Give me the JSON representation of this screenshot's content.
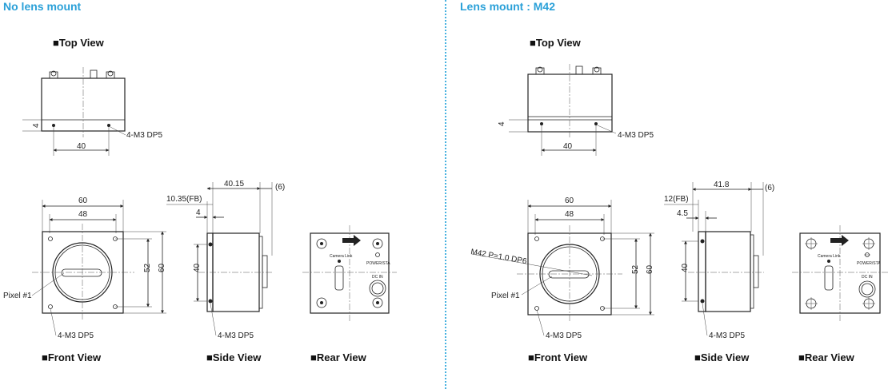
{
  "left": {
    "heading": "No lens mount",
    "top_view": {
      "label": "■Top View",
      "width_dim": "40",
      "height_dim": "4",
      "holes": "4-M3 DP5"
    },
    "front_view": {
      "label": "■Front View",
      "outer": "60",
      "inner": "48",
      "v_inner": "52",
      "v_outer": "60",
      "pixel": "Pixel #1",
      "holes": "4-M3 DP5"
    },
    "side_view": {
      "label": "■Side View",
      "depth": "40.15",
      "extra": "(6)",
      "flange": "10.35(FB)",
      "offset": "4",
      "height": "40",
      "holes": "4-M3 DP5"
    },
    "rear_view": {
      "label": "■Rear View",
      "camera_link": "Camera Link",
      "power": "POWER/STA",
      "dc_in": "DC IN"
    }
  },
  "right": {
    "heading": "Lens mount : M42",
    "top_view": {
      "label": "■Top View",
      "width_dim": "40",
      "height_dim": "4",
      "holes": "4-M3 DP5"
    },
    "front_view": {
      "label": "■Front View",
      "outer": "60",
      "inner": "48",
      "v_inner": "52",
      "v_outer": "60",
      "pixel": "Pixel #1",
      "holes": "4-M3 DP5",
      "mount": "M42 P=1.0 DP6"
    },
    "side_view": {
      "label": "■Side View",
      "depth": "41.8",
      "extra": "(6)",
      "flange": "12(FB)",
      "offset": "4.5",
      "height": "40",
      "holes": "4-M3 DP5"
    },
    "rear_view": {
      "label": "■Rear View",
      "camera_link": "Camera Link",
      "power": "POWER/STA",
      "dc_in": "DC IN"
    }
  }
}
